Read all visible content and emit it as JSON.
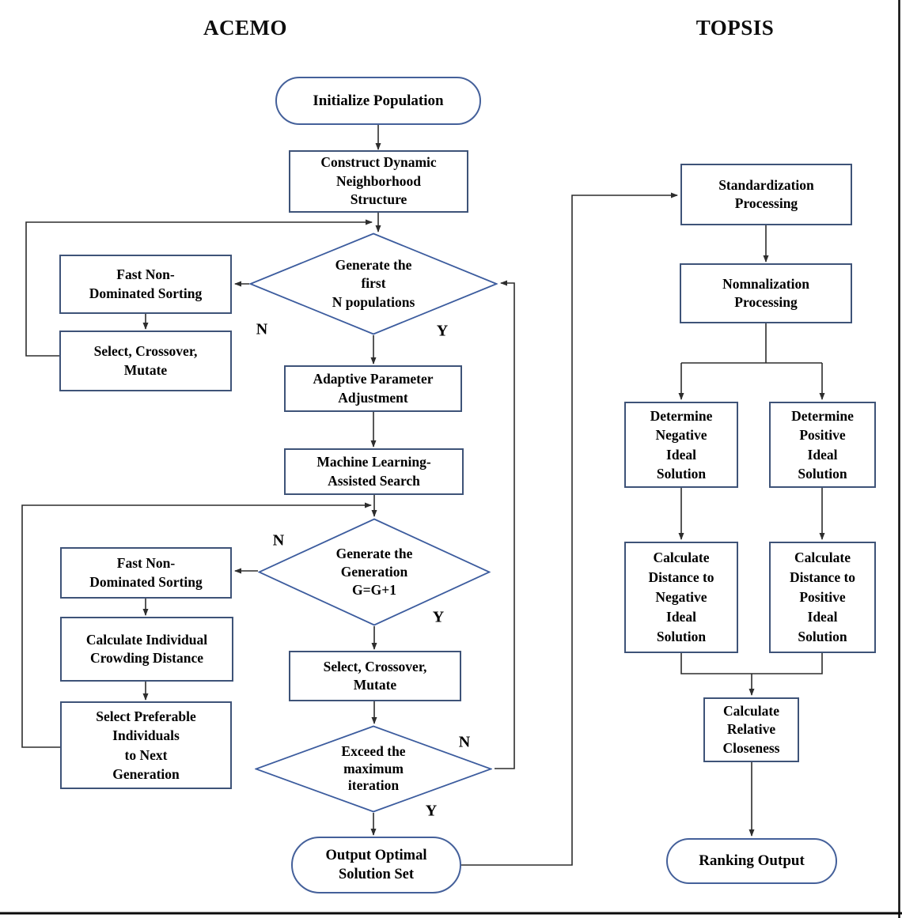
{
  "titles": {
    "left": "ACEMO",
    "right": "TOPSIS"
  },
  "colors": {
    "rect_border": "#3e5378",
    "capsule_border": "#44609a",
    "diamond_border": "#3c5c9e",
    "connector_line": "#2d2d2d",
    "page_border": "#0a0a0a",
    "text": "#000000",
    "background": "#ffffff"
  },
  "acemo": {
    "init": "Initialize Population",
    "construct": "Construct Dynamic\nNeighborhood\nStructure",
    "diamond1": "Generate the\nfirst\nN populations",
    "fast1": "Fast Non-\nDominated Sorting",
    "select1": "Select, Crossover,\nMutate",
    "adaptive": "Adaptive Parameter\nAdjustment",
    "ml": "Machine Learning-\nAssisted Search",
    "diamond2": "Generate the\nGeneration\nG=G+1",
    "fast2": "Fast Non-\nDominated Sorting",
    "crowding": "Calculate Individual\nCrowding Distance",
    "preferable": "Select Preferable\nIndividuals\nto Next\nGeneration",
    "select2": "Select, Crossover,\nMutate",
    "exceed": "Exceed the\nmaximum\niteration",
    "output": "Output Optimal\nSolution Set",
    "labels": {
      "d1_n": "N",
      "d1_y": "Y",
      "d2_n": "N",
      "d2_y": "Y",
      "d3_n": "N",
      "d3_y": "Y"
    }
  },
  "topsis": {
    "standardization": "Standardization\nProcessing",
    "normalization": "Nomnalization\nProcessing",
    "det_neg": "Determine\nNegative\nIdeal\nSolution",
    "det_pos": "Determine\nPositive\nIdeal\nSolution",
    "calc_neg": "Calculate\nDistance to\nNegative\nIdeal\nSolution",
    "calc_pos": "Calculate\nDistance to\nPositive\nIdeal\nSolution",
    "closeness": "Calculate\nRelative\nCloseness",
    "ranking": "Ranking Output"
  }
}
